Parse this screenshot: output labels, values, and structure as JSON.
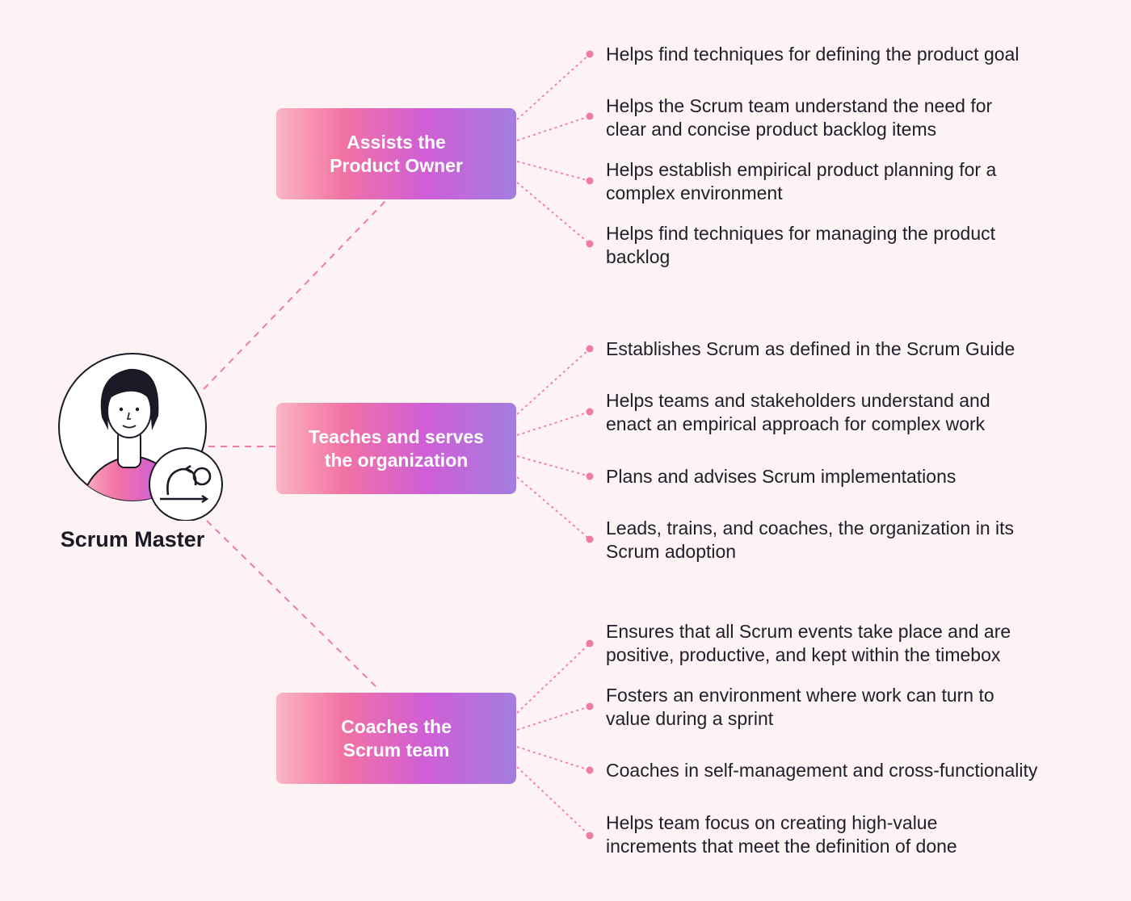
{
  "person": {
    "label": "Scrum Master"
  },
  "groups": [
    {
      "title_lines": [
        "Assists the",
        "Product Owner"
      ],
      "items": [
        [
          "Helps find techniques for defining the product goal"
        ],
        [
          "Helps the Scrum team understand the need for",
          "clear and concise product backlog items"
        ],
        [
          "Helps establish empirical product planning for a",
          "complex environment"
        ],
        [
          "Helps find techniques for managing the product",
          "backlog"
        ]
      ]
    },
    {
      "title_lines": [
        "Teaches and serves",
        "the organization"
      ],
      "items": [
        [
          "Establishes Scrum as defined in the Scrum Guide"
        ],
        [
          "Helps teams and stakeholders understand and",
          "enact an empirical approach for complex work"
        ],
        [
          "Plans and advises Scrum implementations"
        ],
        [
          "Leads, trains, and coaches, the organization in its",
          "Scrum adoption"
        ]
      ]
    },
    {
      "title_lines": [
        "Coaches the",
        "Scrum team"
      ],
      "items": [
        [
          "Ensures that all Scrum events take place and are",
          "positive, productive, and kept within the timebox"
        ],
        [
          "Fosters an environment where work can turn to",
          "value during a sprint"
        ],
        [
          "Coaches in self-management and cross-functionality"
        ],
        [
          "Helps team focus on creating high-value",
          "increments that meet the definition of done"
        ]
      ]
    }
  ],
  "colors": {
    "background": "#fdf2f4",
    "connector": "#f07aa3",
    "box_gradient": [
      "#f9b6c2",
      "#f272a4",
      "#d05ed6",
      "#a37ddf"
    ],
    "text": "#1f1f2b"
  },
  "icons": [
    "person-avatar-icon",
    "scrum-cycle-icon"
  ]
}
